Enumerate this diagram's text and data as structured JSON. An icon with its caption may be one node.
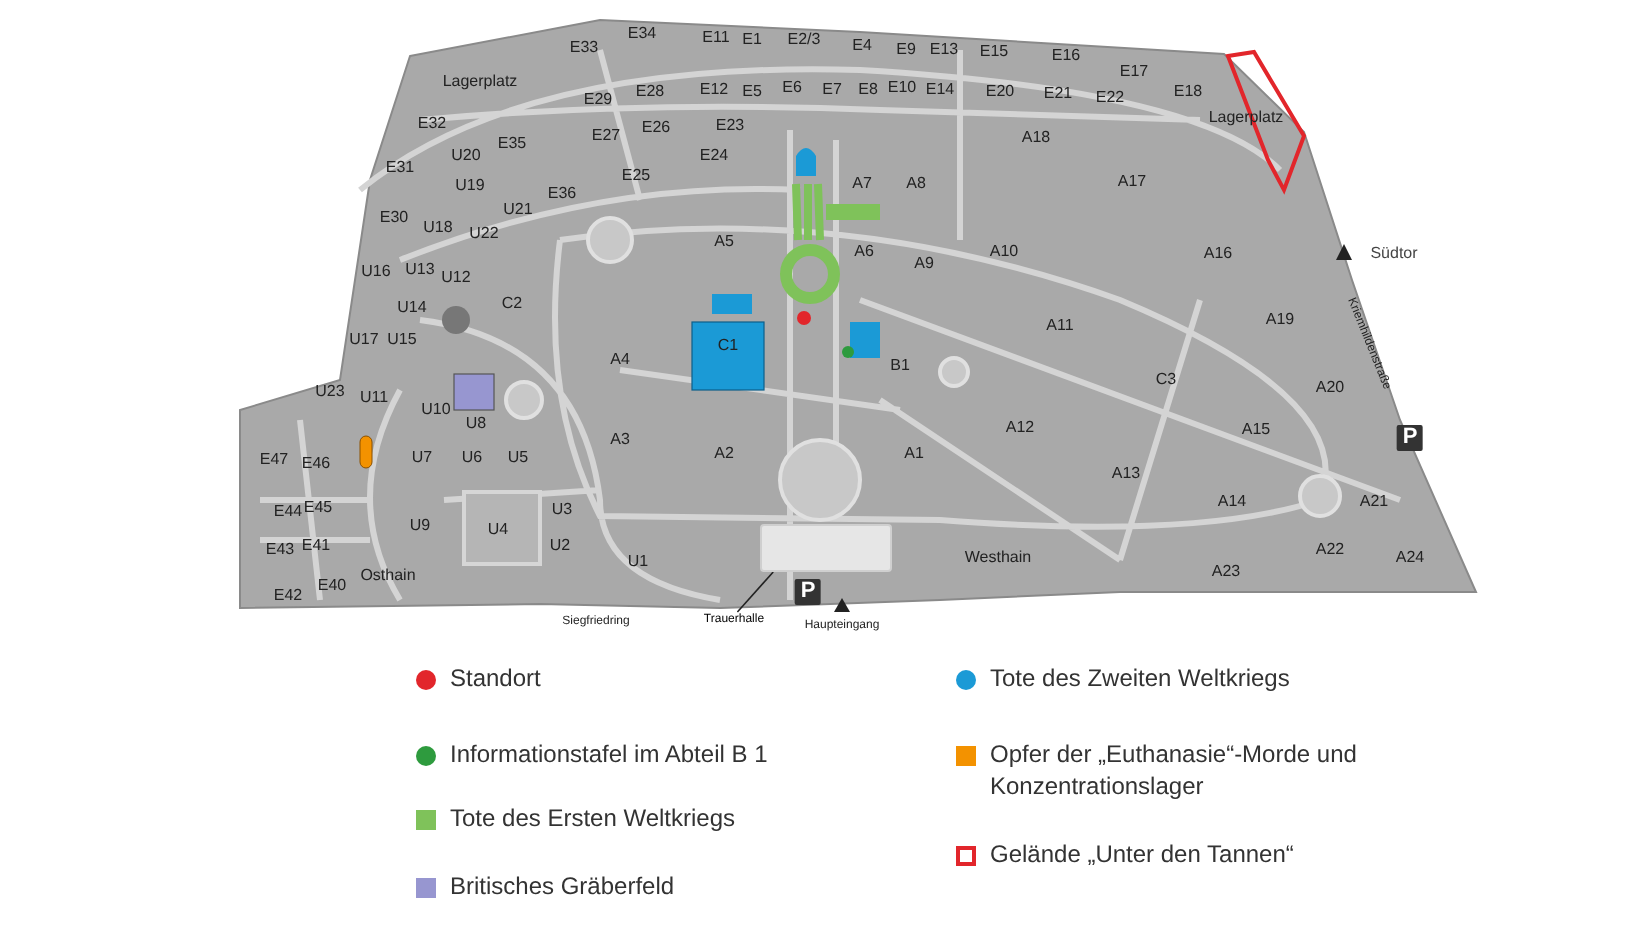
{
  "diagram": {
    "nodes": [
      {
        "text": [
          "Trauerhalle"
        ]
      },
      {
        "text": [],
        "shape": "box"
      }
    ],
    "edges": [
      {
        "from": 0,
        "to": 1,
        "arrow": "none"
      }
    ],
    "labels": [
      "E33",
      "E34",
      "E11",
      "E1",
      "E2/3",
      "E4",
      "E9",
      "E13",
      "E15",
      "E16",
      "E17",
      "E18",
      "Lagerplatz",
      "E29",
      "E28",
      "E12",
      "E5",
      "E6",
      "E7",
      "E8",
      "E10",
      "E14",
      "E20",
      "E21",
      "E22",
      "Lagerplatz",
      "E32",
      "E27",
      "E26",
      "E23",
      "E35",
      "U20",
      "A18",
      "E24",
      "E31",
      "E25",
      "A7",
      "A8",
      "A17",
      "U19",
      "E36",
      "U21",
      "E30",
      "U18",
      "U22",
      "A5",
      "A6",
      "A10",
      "Südtor",
      "A16",
      "A9",
      "U16",
      "U13",
      "U12",
      "C2",
      "U14",
      "A19",
      "A11",
      "Kriemhildenstraße",
      "U17",
      "U15",
      "C1",
      "A4",
      "B1",
      "C3",
      "A20",
      "U23",
      "U11",
      "U10",
      "U8",
      "A12",
      "A15",
      "P",
      "A3",
      "A2",
      "A1",
      "U7",
      "U6",
      "U5",
      "E47",
      "E46",
      "A13",
      "A14",
      "A21",
      "E45",
      "U3",
      "E44",
      "U9",
      "U4",
      "E41",
      "U2",
      "E43",
      "A22",
      "A24",
      "Westhain",
      "U1",
      "A23",
      "Osthain",
      "E40",
      "P",
      "E42",
      "Siegfriedring",
      "Haupteingang"
    ],
    "legend": [
      {
        "text": "Standort",
        "color": "#e2262b"
      },
      {
        "text": "Tote des Zweiten Weltkriegs",
        "color": "#1b9ad6"
      },
      {
        "text": "Informationstafel im Abteil B 1",
        "color": "#2e9b3e"
      },
      {
        "text": "Opfer der „Euthanasie“-Morde und Konzentrationslager",
        "color": "#f39200"
      },
      {
        "text": "Tote des Ersten Weltkriegs",
        "color": "#7fc25a"
      },
      {
        "text": "Gelände „Unter den Tannen“"
      },
      {
        "text": "Britisches Gräberfeld",
        "color": "#9796d0"
      }
    ]
  }
}
